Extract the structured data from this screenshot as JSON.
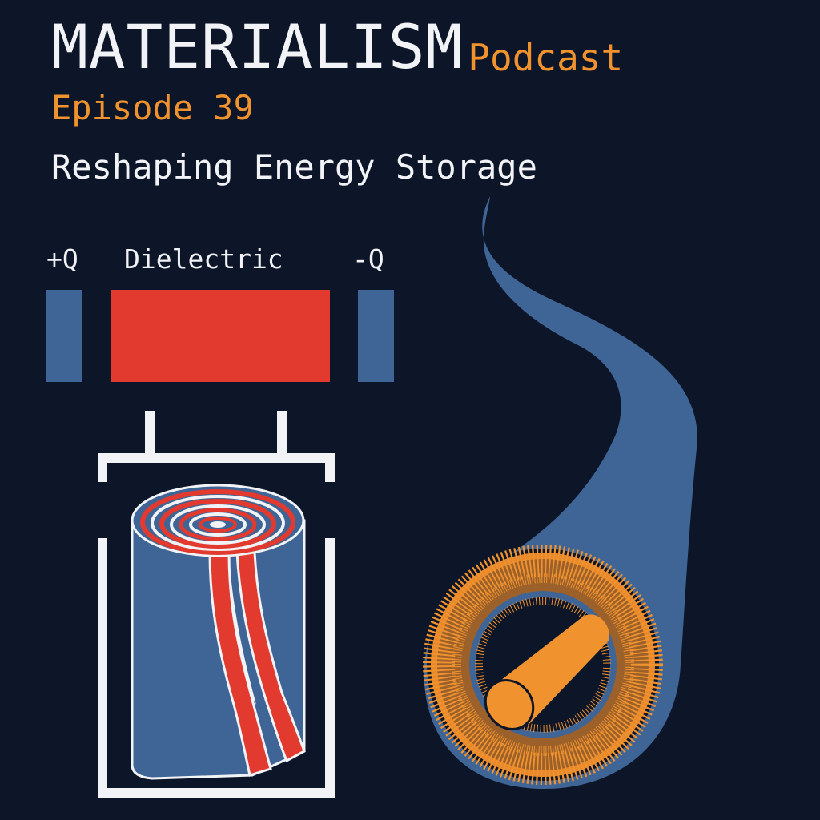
{
  "header": {
    "title": "MATERIALISM",
    "title_suffix": "Podcast",
    "episode": "Episode 39",
    "subtitle": "Reshaping Energy Storage"
  },
  "capacitor_diagram": {
    "positive_label": "+Q",
    "dielectric_label": "Dielectric",
    "negative_label": "-Q"
  },
  "colors": {
    "background": "#0d1628",
    "text": "#f1f3f6",
    "accent_orange": "#f0922e",
    "plate_blue": "#3f6596",
    "dielectric_red": "#e23a2e"
  }
}
